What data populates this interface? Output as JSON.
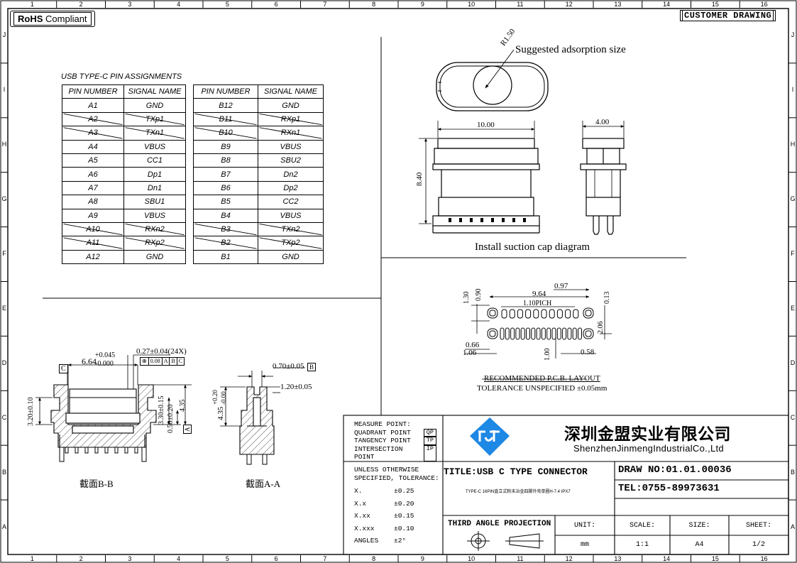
{
  "border": {
    "top_numbers": [
      "1",
      "2",
      "3",
      "4",
      "5",
      "6",
      "7",
      "8",
      "9",
      "10",
      "11",
      "12",
      "13",
      "14",
      "15",
      "16"
    ],
    "side_letters": [
      "J",
      "I",
      "H",
      "G",
      "F",
      "E",
      "D",
      "C",
      "B",
      "A"
    ]
  },
  "header": {
    "rohs_bold": "RoHS",
    "rohs_text": "Compliant",
    "customer_drawing": "CUSTOMER DRAWING"
  },
  "pin_table": {
    "title": "USB TYPE-C PIN ASSIGNMENTS",
    "col_pin": "PIN NUMBER",
    "col_signal": "SIGNAL NAME",
    "left": [
      {
        "pin": "A1",
        "sig": "GND",
        "nc": false
      },
      {
        "pin": "A2",
        "sig": "TXp1",
        "nc": true
      },
      {
        "pin": "A3",
        "sig": "TXn1",
        "nc": true
      },
      {
        "pin": "A4",
        "sig": "VBUS",
        "nc": false
      },
      {
        "pin": "A5",
        "sig": "CC1",
        "nc": false
      },
      {
        "pin": "A6",
        "sig": "Dp1",
        "nc": false
      },
      {
        "pin": "A7",
        "sig": "Dn1",
        "nc": false
      },
      {
        "pin": "A8",
        "sig": "SBU1",
        "nc": false
      },
      {
        "pin": "A9",
        "sig": "VBUS",
        "nc": false
      },
      {
        "pin": "A10",
        "sig": "RXn2",
        "nc": true
      },
      {
        "pin": "A11",
        "sig": "RXp2",
        "nc": true
      },
      {
        "pin": "A12",
        "sig": "GND",
        "nc": false
      }
    ],
    "right": [
      {
        "pin": "B12",
        "sig": "GND",
        "nc": false
      },
      {
        "pin": "B11",
        "sig": "RXp1",
        "nc": true
      },
      {
        "pin": "B10",
        "sig": "RXn1",
        "nc": true
      },
      {
        "pin": "B9",
        "sig": "VBUS",
        "nc": false
      },
      {
        "pin": "B8",
        "sig": "SBU2",
        "nc": false
      },
      {
        "pin": "B7",
        "sig": "Dn2",
        "nc": false
      },
      {
        "pin": "B6",
        "sig": "Dp2",
        "nc": false
      },
      {
        "pin": "B5",
        "sig": "CC2",
        "nc": false
      },
      {
        "pin": "B4",
        "sig": "VBUS",
        "nc": false
      },
      {
        "pin": "B3",
        "sig": "TXn2",
        "nc": true
      },
      {
        "pin": "B2",
        "sig": "TXp2",
        "nc": true
      },
      {
        "pin": "B1",
        "sig": "GND",
        "nc": false
      }
    ]
  },
  "adsorption": {
    "radius": "R1.50",
    "label": "Suggested adsorption size"
  },
  "suction": {
    "dim_width": "10.00",
    "dim_depth": "4.00",
    "dim_height": "8.40",
    "caption": "Install suction cap diagram"
  },
  "pcb": {
    "d_097": "0.97",
    "d_964": "9.64",
    "d_pitch": "1.10PICH",
    "d_130": "1.30",
    "d_090": "0.90",
    "d_013": "0.13",
    "d_206": "2.06",
    "d_066": "0.66",
    "d_106": "1.06",
    "d_100": "1.00",
    "d_058": "0.58",
    "caption1": "RECOMMENDED  P.C.B.  LAYOUT",
    "caption2": "TOLERANCE UNSPECIFIED  ±0.05mm"
  },
  "section_bb": {
    "datum_c": "C",
    "d_664": "6.64",
    "d_664_tol_up": "+0.045",
    "d_664_tol_dn": "-0.000",
    "d_027": "0.27±0.04(24X)",
    "fcf_val": "0.08",
    "fcf_a": "A",
    "fcf_b": "B",
    "fcf_c": "C",
    "d_320": "3.20±0.10",
    "d_330": "3.30±0.15",
    "d_050": "0.50±0.20",
    "d_435": "4.35",
    "datum_a": "A",
    "caption": "截面B-B"
  },
  "section_aa": {
    "d_070": "0.70±0.05",
    "datum_b": "B",
    "d_120": "1.20±0.05",
    "d_435": "4.35",
    "d_435_tol_up": "+0.20",
    "d_435_tol_dn": "-0.00",
    "caption": "截面A-A"
  },
  "title_block": {
    "measure_title": "MEASURE POINT:",
    "measure": [
      {
        "label": "QUADRANT POINT",
        "code": "QP"
      },
      {
        "label": "TANGENCY POINT",
        "code": "TP"
      },
      {
        "label": "INTERSECTION POINT",
        "code": "IP"
      }
    ],
    "company_cn": "深圳金盟实业有限公司",
    "company_en": "ShenzhenJinmengIndustrialCo.,Ltd",
    "unless1": "UNLESS OTHERWISE",
    "unless2": "SPECIFIED, TOLERANCE:",
    "tolerances": [
      {
        "k": "X.",
        "v": "±0.25"
      },
      {
        "k": "X.x",
        "v": "±0.20"
      },
      {
        "k": "X.xx",
        "v": "±0.15"
      },
      {
        "k": "X.xxx",
        "v": "±0.10"
      },
      {
        "k": "ANGLES",
        "v": "±2°"
      }
    ],
    "title": "TITLE:USB C TYPE CONNECTOR",
    "subtitle": "TYPE-C 16PIN直立式粉末冶金四脚外壳单圈H-7.4 IPX7",
    "draw_no": "DRAW NO:01.01.00036",
    "tel": "TEL:0755-89973631",
    "projection": "THIRD ANGLE PROJECTION",
    "unit_label": "UNIT:",
    "unit_val": "mm",
    "scale_label": "SCALE:",
    "scale_val": "1:1",
    "size_label": "SIZE:",
    "size_val": "A4",
    "sheet_label": "SHEET:",
    "sheet_val": "1/2"
  },
  "colors": {
    "logo_blue": "#1e88e5"
  }
}
